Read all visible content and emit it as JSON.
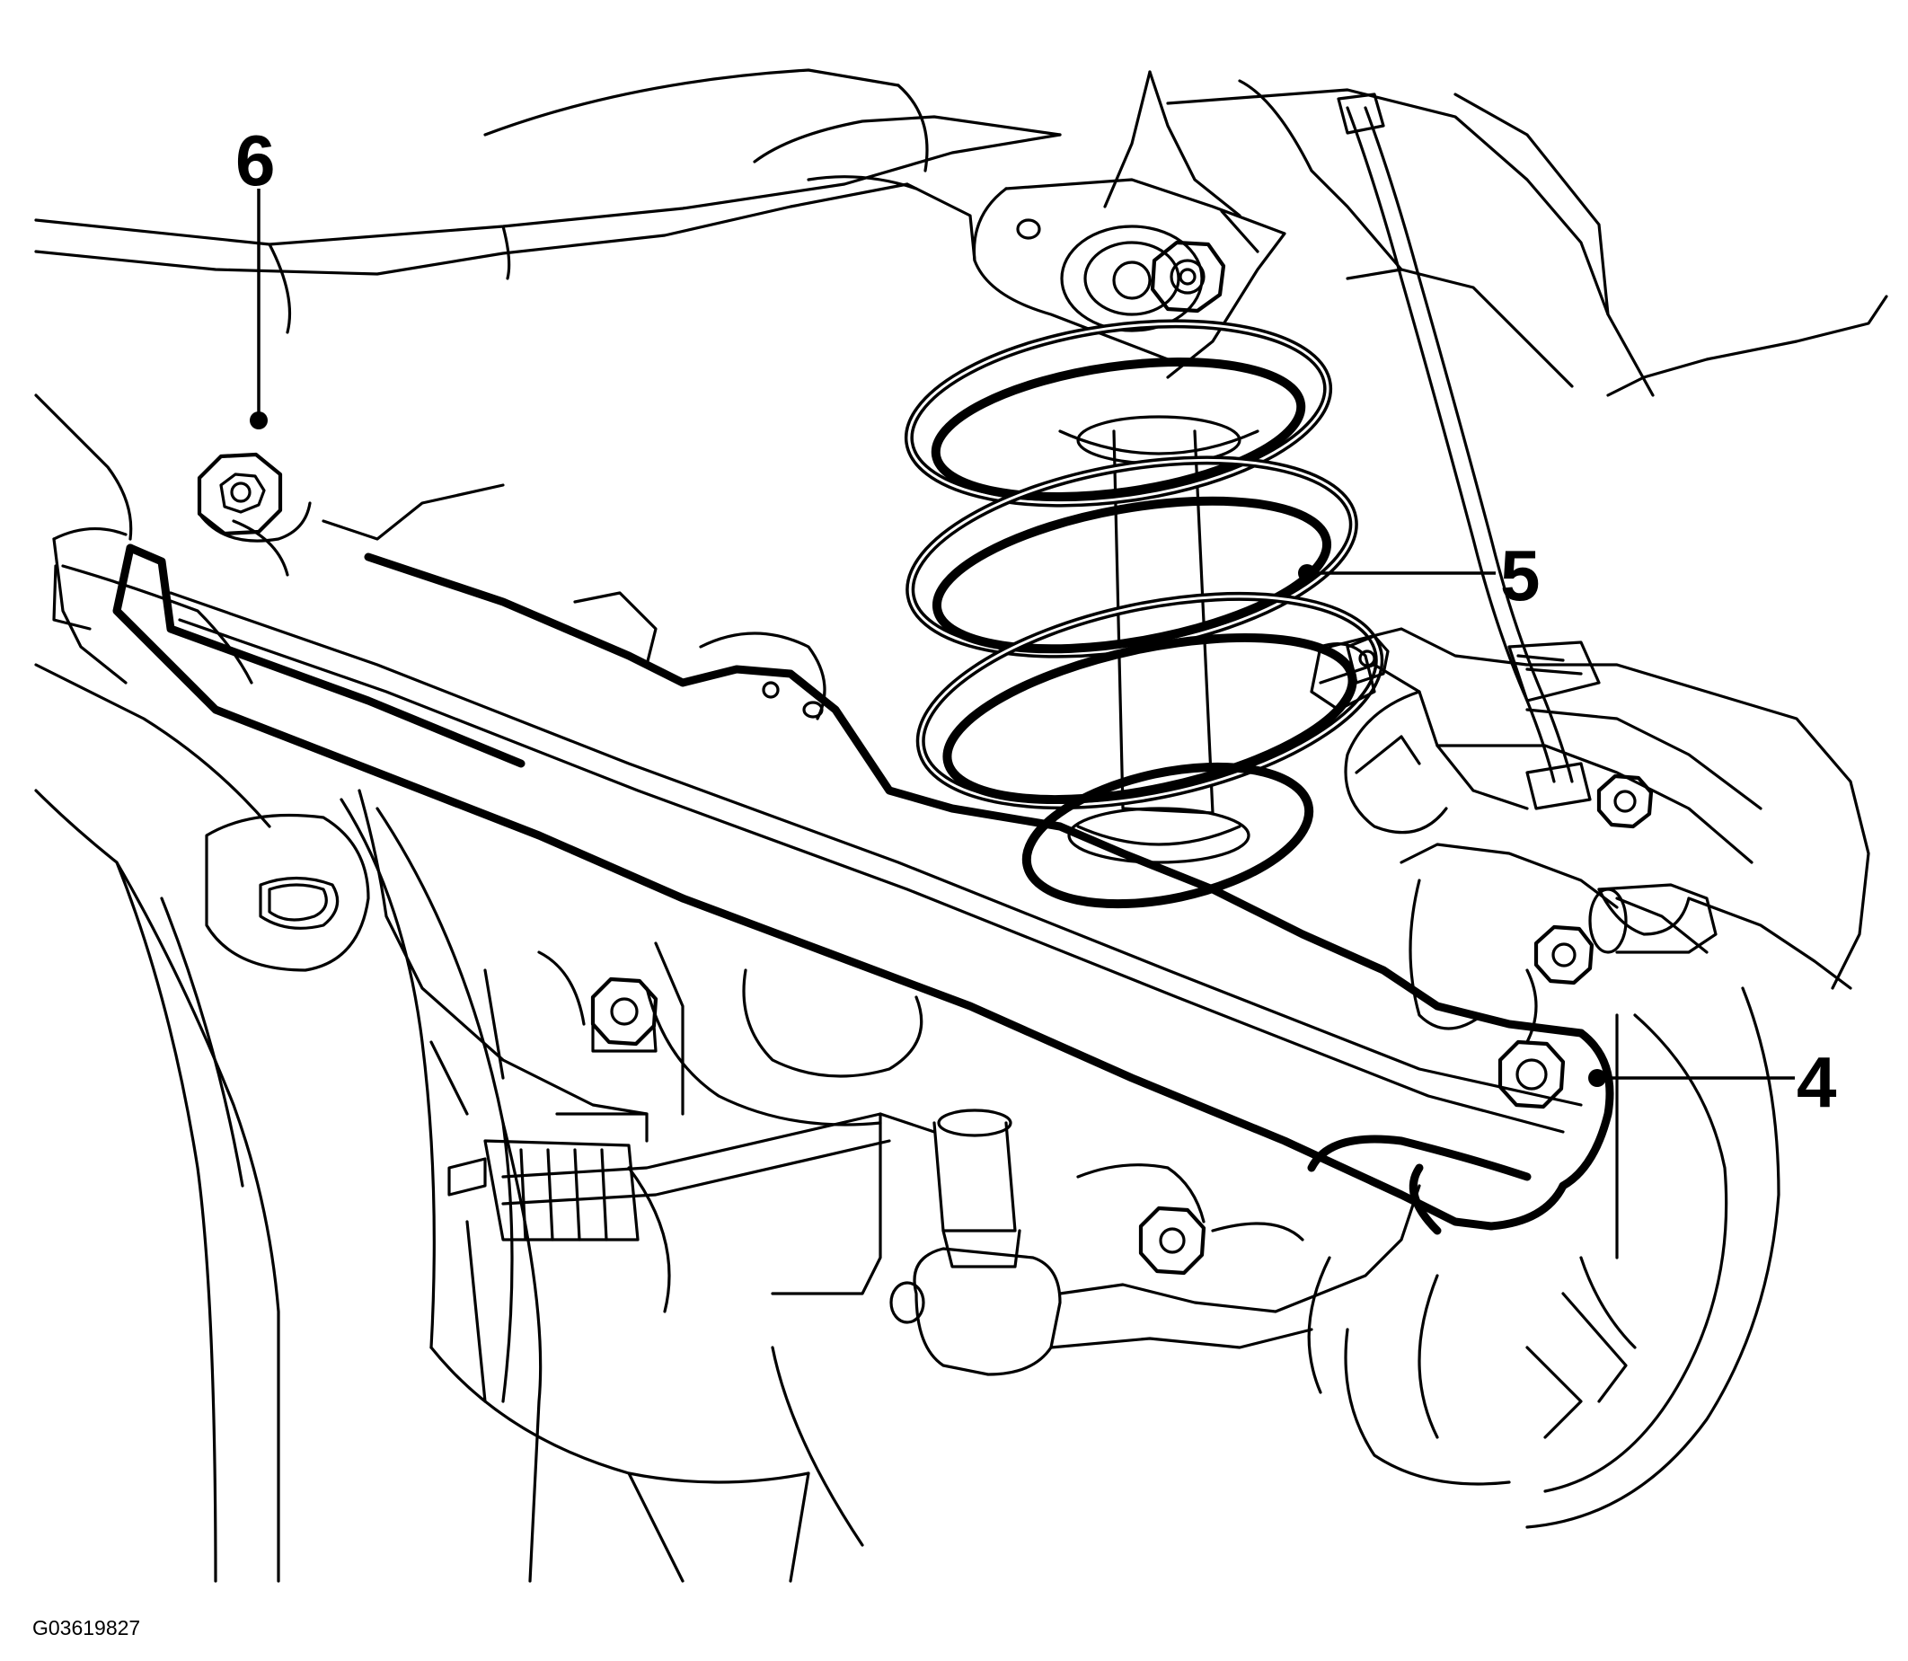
{
  "callouts": [
    {
      "id": "c6",
      "label": "6"
    },
    {
      "id": "c5",
      "label": "5"
    },
    {
      "id": "c4",
      "label": "4"
    }
  ],
  "figure_id": "G03619827",
  "colors": {
    "line": "#000000",
    "background": "#ffffff"
  }
}
